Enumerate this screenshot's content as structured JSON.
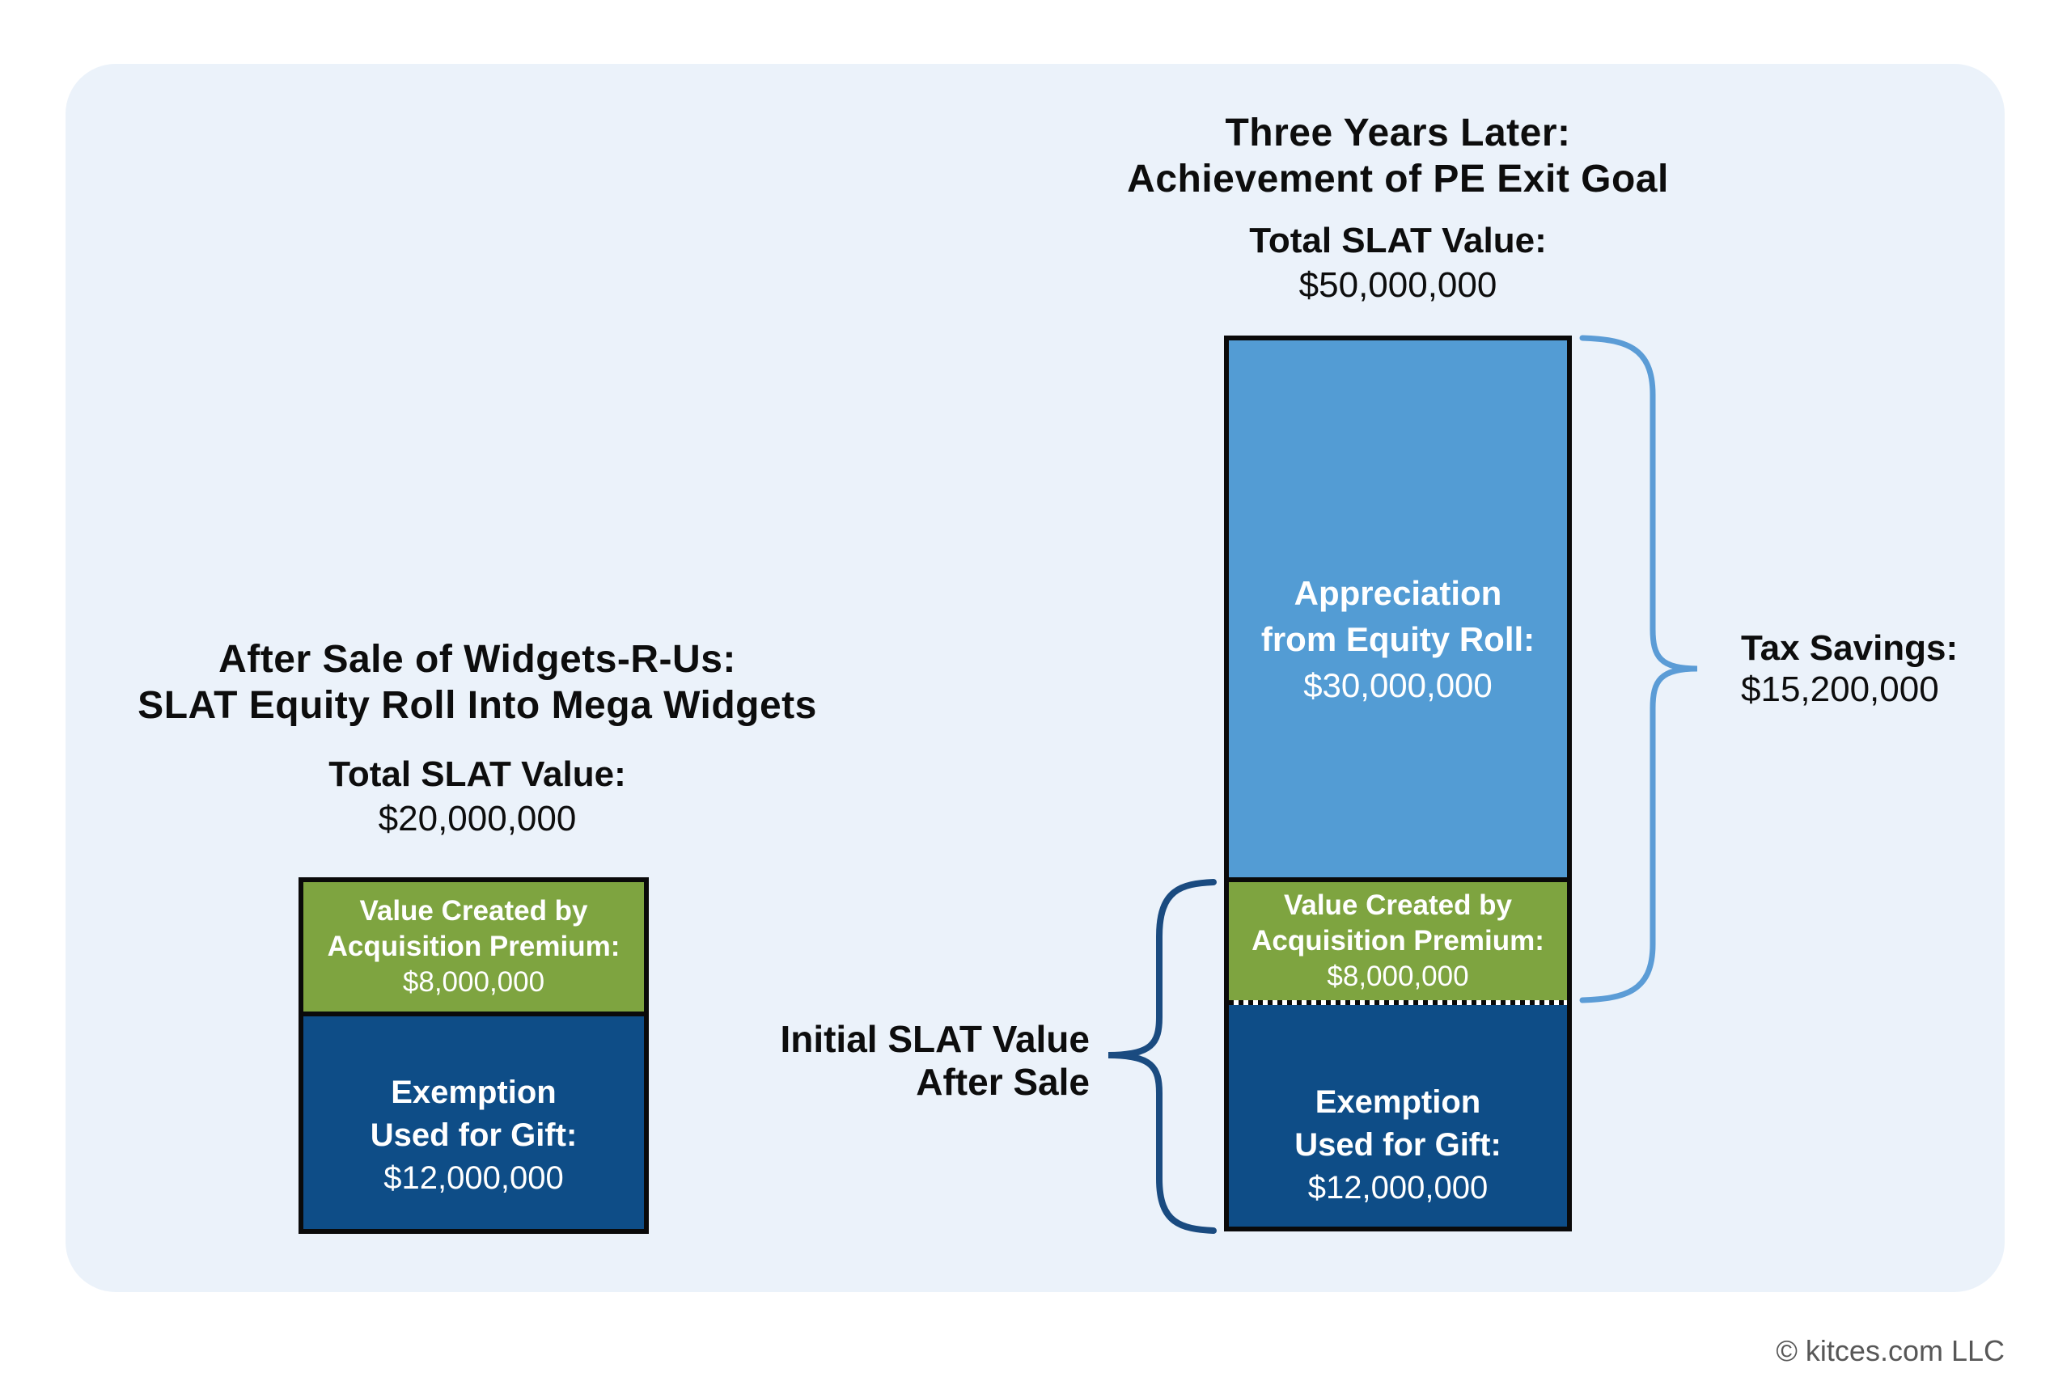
{
  "colors": {
    "page-bg": "#ffffff",
    "card-bg": "#ebf2fa",
    "bar-lightblue": "#539cd4",
    "bar-green": "#7ea440",
    "bar-darkblue": "#0e4d87",
    "bar-border": "#0a0a0a",
    "brace-blue": "#5b9cd6",
    "brace-navy": "#1a4b80",
    "text-black": "#0d0d0d",
    "text-white": "#ffffff",
    "footer-gray": "#575757"
  },
  "left_chart": {
    "title_line1": "After Sale of Widgets-R-Us:",
    "title_line2": "SLAT Equity Roll Into Mega Widgets",
    "total_label": "Total SLAT Value:",
    "total_value": "$20,000,000",
    "green_segment": {
      "line1": "Value Created by",
      "line2": "Acquisition Premium:",
      "value": "$8,000,000"
    },
    "blue_segment": {
      "line1": "Exemption",
      "line2": "Used for Gift:",
      "value": "$12,000,000"
    }
  },
  "right_chart": {
    "title_line1": "Three Years Later:",
    "title_line2": "Achievement of PE Exit Goal",
    "total_label": "Total SLAT Value:",
    "total_value": "$50,000,000",
    "appreciation_segment": {
      "line1": "Appreciation",
      "line2": "from Equity Roll:",
      "value": "$30,000,000"
    },
    "green_segment": {
      "line1": "Value Created by",
      "line2": "Acquisition Premium:",
      "value": "$8,000,000"
    },
    "blue_segment": {
      "line1": "Exemption",
      "line2": "Used for Gift:",
      "value": "$12,000,000"
    }
  },
  "annotations": {
    "initial_slat_line1": "Initial SLAT Value",
    "initial_slat_line2": "After Sale",
    "tax_savings_label": "Tax Savings:",
    "tax_savings_value": "$15,200,000"
  },
  "footer": {
    "copyright": "© kitces.com LLC"
  },
  "chart_data": [
    {
      "type": "bar",
      "stacked": true,
      "title": "After Sale of Widgets-R-Us: SLAT Equity Roll Into Mega Widgets",
      "subtitle": "Total SLAT Value: $20,000,000",
      "categories": [
        "After Sale of Widgets-R-Us"
      ],
      "total": 20000000,
      "series": [
        {
          "name": "Exemption Used for Gift",
          "values": [
            12000000
          ],
          "color": "#0e4d87"
        },
        {
          "name": "Value Created by Acquisition Premium",
          "values": [
            8000000
          ],
          "color": "#7ea440"
        }
      ],
      "legend_position": "none",
      "grid": false,
      "data_labels": [
        "Value Created by Acquisition Premium: $8,000,000",
        "Exemption Used for Gift: $12,000,000"
      ]
    },
    {
      "type": "bar",
      "stacked": true,
      "title": "Three Years Later: Achievement of PE Exit Goal",
      "subtitle": "Total SLAT Value: $50,000,000",
      "categories": [
        "Three Years Later"
      ],
      "total": 50000000,
      "series": [
        {
          "name": "Exemption Used for Gift",
          "values": [
            12000000
          ],
          "color": "#0e4d87"
        },
        {
          "name": "Value Created by Acquisition Premium",
          "values": [
            8000000
          ],
          "color": "#7ea440"
        },
        {
          "name": "Appreciation from Equity Roll",
          "values": [
            30000000
          ],
          "color": "#539cd4"
        }
      ],
      "legend_position": "none",
      "grid": false,
      "annotations": [
        {
          "label": "Tax Savings:",
          "value": 15200000,
          "spans": "Appreciation from Equity Roll + Value Created by Acquisition Premium",
          "side": "right"
        },
        {
          "label": "Initial SLAT Value After Sale",
          "value": 20000000,
          "spans": "Value Created by Acquisition Premium + Exemption Used for Gift",
          "side": "left"
        }
      ]
    }
  ]
}
